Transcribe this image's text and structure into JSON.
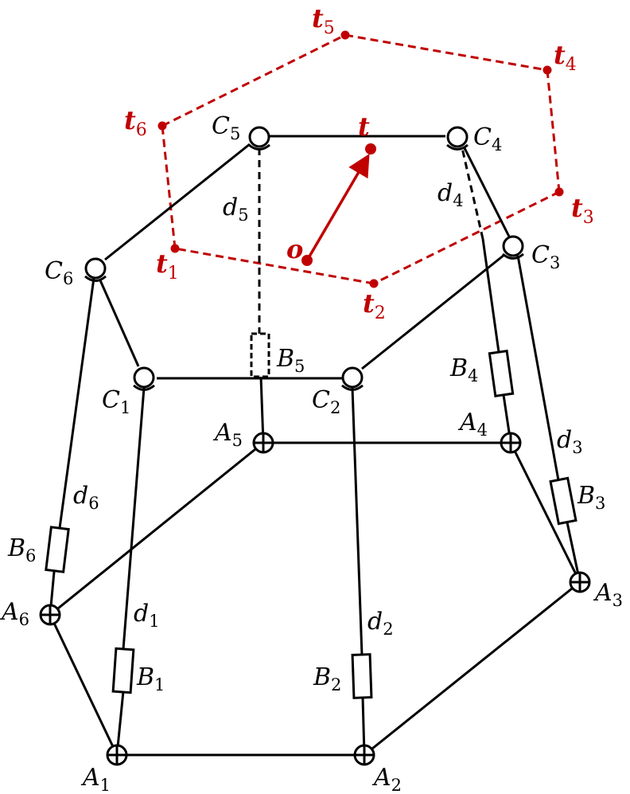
{
  "colors": {
    "mechanism": "#000000",
    "target": "#c00000"
  },
  "labels": {
    "A1": {
      "base": "A",
      "sub": "1"
    },
    "A2": {
      "base": "A",
      "sub": "2"
    },
    "A3": {
      "base": "A",
      "sub": "3"
    },
    "A4": {
      "base": "A",
      "sub": "4"
    },
    "A5": {
      "base": "A",
      "sub": "5"
    },
    "A6": {
      "base": "A",
      "sub": "6"
    },
    "B1": {
      "base": "B",
      "sub": "1"
    },
    "B2": {
      "base": "B",
      "sub": "2"
    },
    "B3": {
      "base": "B",
      "sub": "3"
    },
    "B4": {
      "base": "B",
      "sub": "4"
    },
    "B5": {
      "base": "B",
      "sub": "5"
    },
    "B6": {
      "base": "B",
      "sub": "6"
    },
    "C1": {
      "base": "C",
      "sub": "1"
    },
    "C2": {
      "base": "C",
      "sub": "2"
    },
    "C3": {
      "base": "C",
      "sub": "3"
    },
    "C4": {
      "base": "C",
      "sub": "4"
    },
    "C5": {
      "base": "C",
      "sub": "5"
    },
    "C6": {
      "base": "C",
      "sub": "6"
    },
    "d1": {
      "base": "d",
      "sub": "1"
    },
    "d2": {
      "base": "d",
      "sub": "2"
    },
    "d3": {
      "base": "d",
      "sub": "3"
    },
    "d4": {
      "base": "d",
      "sub": "4"
    },
    "d5": {
      "base": "d",
      "sub": "5"
    },
    "d6": {
      "base": "d",
      "sub": "6"
    },
    "t1": {
      "base": "t",
      "sub": "1"
    },
    "t2": {
      "base": "t",
      "sub": "2"
    },
    "t3": {
      "base": "t",
      "sub": "3"
    },
    "t4": {
      "base": "t",
      "sub": "4"
    },
    "t5": {
      "base": "t",
      "sub": "5"
    },
    "t6": {
      "base": "t",
      "sub": "6"
    },
    "t": {
      "base": "t",
      "sub": ""
    },
    "o": {
      "base": "o",
      "sub": ""
    }
  }
}
